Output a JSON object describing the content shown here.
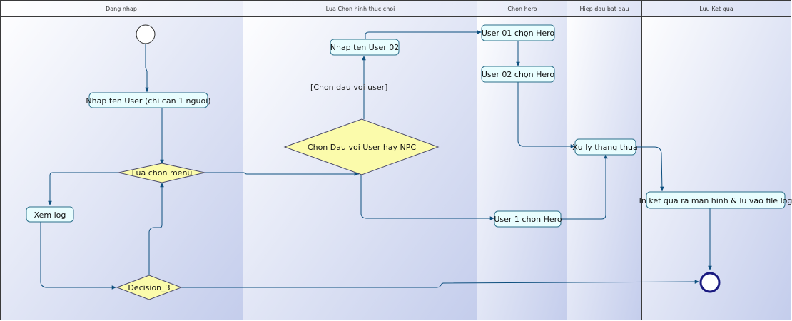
{
  "lanes": [
    {
      "id": "dang-nhap",
      "title": "Dang nhap"
    },
    {
      "id": "lua-chon",
      "title": "Lua Chon hinh thuc choi"
    },
    {
      "id": "chon-hero",
      "title": "Chon hero"
    },
    {
      "id": "hiep-dau",
      "title": "Hiep dau bat dau"
    },
    {
      "id": "luu-ket-qua",
      "title": "Luu Ket qua"
    }
  ],
  "nodes": {
    "nhap_ten_user": "Nhap ten User (chi can 1 nguoi)",
    "lua_chon_menu": "Lua chon menu",
    "xem_log": "Xem log",
    "decision_3": "Decision_3",
    "chon_dau": "Chon Dau voi User hay NPC",
    "nhap_ten_user_02": "Nhap ten User 02",
    "user01_chon_hero": "User 01 chọn Hero",
    "user02_chon_hero": "User 02  chọn Hero",
    "user1_chon_hero": "User 1 chon Hero",
    "xu_ly_thang_thua": "Xu ly thang thua",
    "in_ket_qua": "In ket qua ra man hinh & lu vao file log"
  },
  "guards": {
    "chon_dau_voi_user": "[Chon dau voi user]"
  },
  "colors": {
    "lane_gradient_light": "#ffffff",
    "lane_gradient_dark": "#c9d2ee",
    "action_fill": "#e8fdfe",
    "action_stroke": "#2b6f8a",
    "decision_fill": "#fbfbab",
    "flow_line": "#0d4f7e",
    "final_node": "#1a1a80"
  }
}
